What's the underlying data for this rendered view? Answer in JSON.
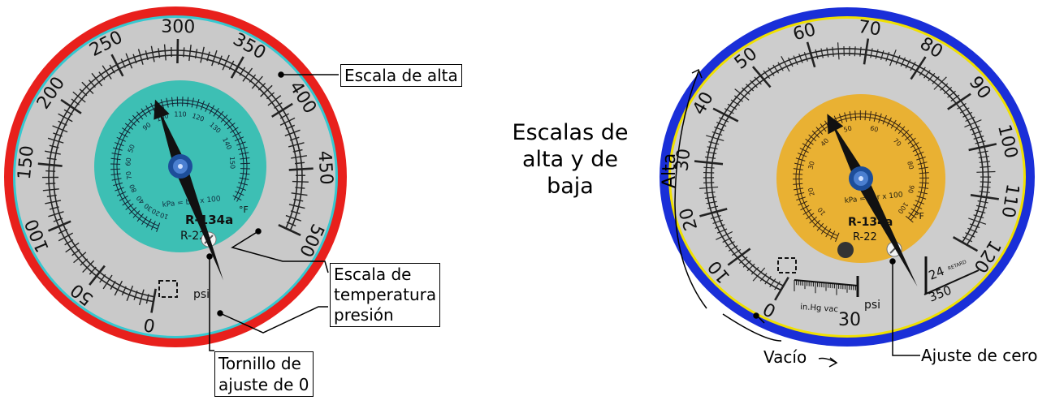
{
  "colors": {
    "left_ring": "#e8201c",
    "left_ring_inner": "#35c8d0",
    "left_face": "#c9c9c9",
    "left_inner_dial": "#3dbfb4",
    "right_ring": "#1a2fd8",
    "right_ring_inner": "#f0e000",
    "right_face": "#cdcdcd",
    "right_inner_dial": "#e9b133",
    "needle": "#111111",
    "hub": "#2a5ba8"
  },
  "left_gauge": {
    "scale_labels": [
      "0",
      "50",
      "100",
      "150",
      "200",
      "250",
      "300",
      "350",
      "400",
      "450",
      "500"
    ],
    "unit_label": "psi",
    "inner_text_1": "kPa = bar x 100",
    "inner_text_2": "R-134a",
    "inner_text_3": "R-22",
    "inner_scale_labels": [
      "90",
      "100",
      "110",
      "120",
      "130",
      "140",
      "150",
      "50",
      "60",
      "70",
      "80",
      "40",
      "30",
      "20",
      "10"
    ],
    "inner_unit": "°F",
    "needle_value_psi": 262
  },
  "right_gauge": {
    "scale_labels": [
      "0",
      "10",
      "20",
      "30",
      "40",
      "50",
      "60",
      "70",
      "80",
      "90",
      "100",
      "110",
      "120"
    ],
    "vacuum_label": "30",
    "unit_label": "psi",
    "vac_unit_label": "in.Hg vac",
    "inner_text_1": "kPa = bar x 100",
    "inner_text_2": "R-134a",
    "inner_text_3": "R-22",
    "inner_unit": "°F",
    "retard_1": "24",
    "retard_2": "350",
    "retard_word": "RETARD",
    "inner_scale_labels": [
      "10",
      "20",
      "30",
      "40",
      "50",
      "60",
      "70",
      "80",
      "90",
      "100"
    ],
    "needle_value_psi": 58
  },
  "annotations": {
    "escala_alta": "Escala de alta",
    "escala_temp_1": "Escala de",
    "escala_temp_2": "temperatura",
    "escala_temp_3": "presión",
    "tornillo_1": "Tornillo de",
    "tornillo_2": "ajuste de 0",
    "center_title_1": "Escalas de",
    "center_title_2": "alta y de",
    "center_title_3": "baja",
    "alta_label": "Alta",
    "vacio_label": "Vacío",
    "ajuste_cero": "Ajuste de cero"
  }
}
